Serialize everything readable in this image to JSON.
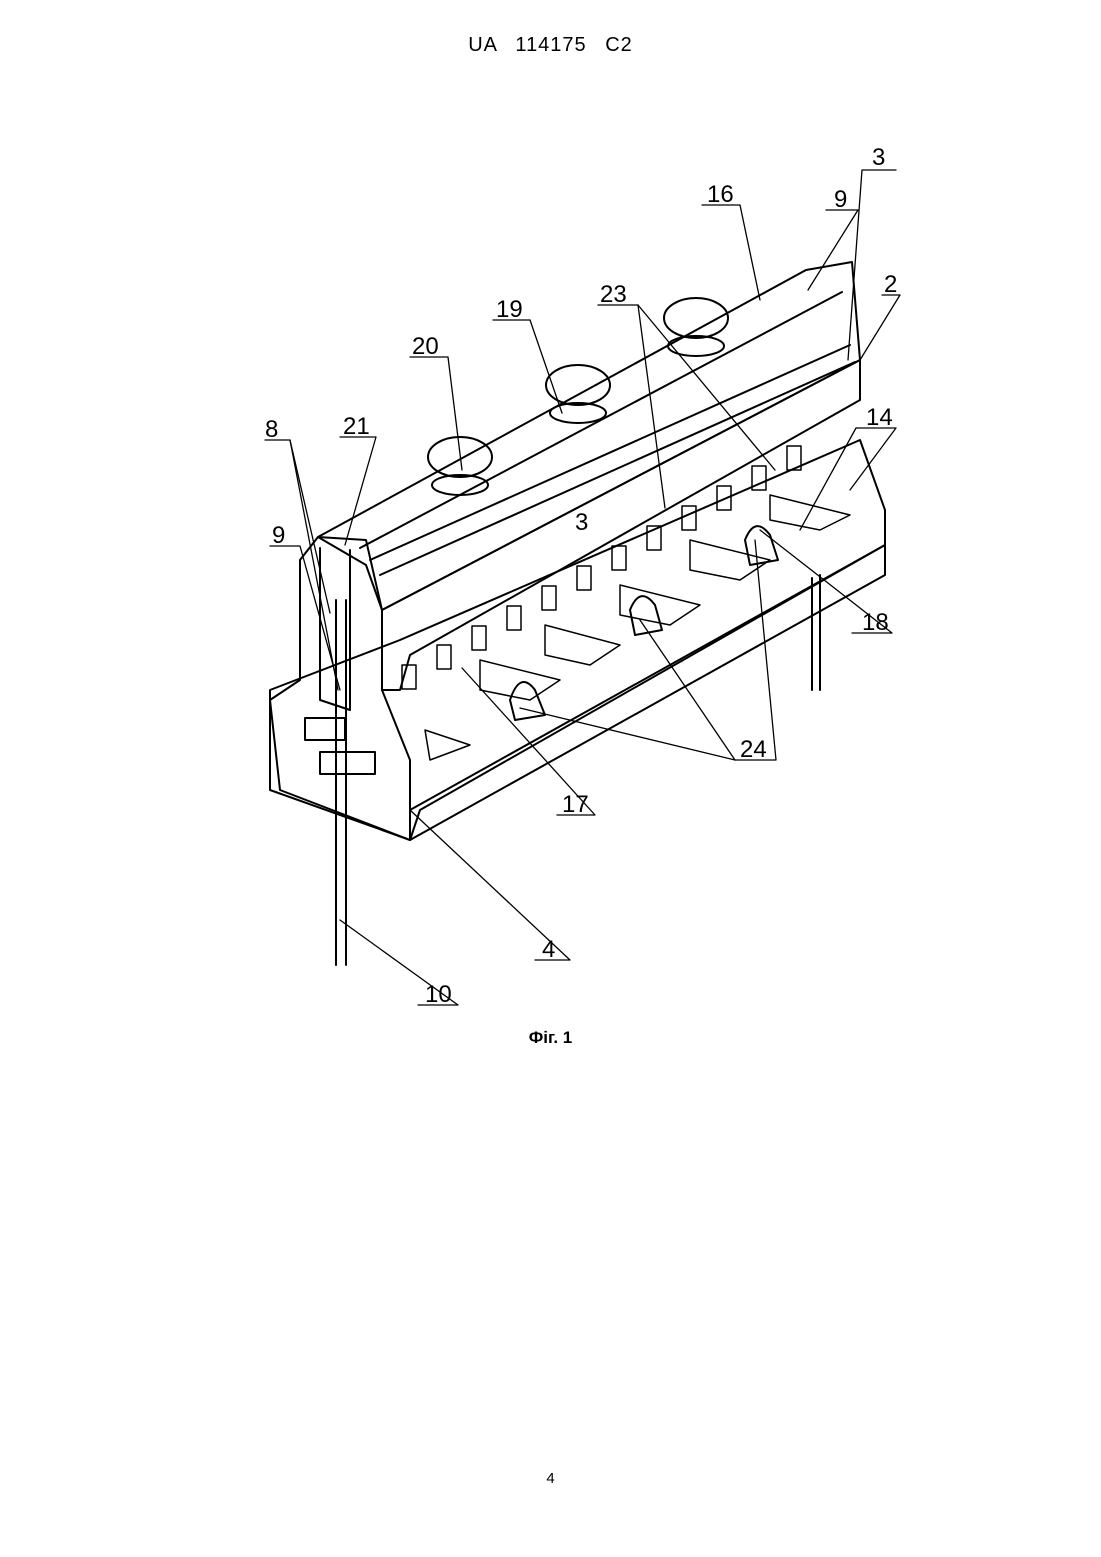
{
  "header": {
    "patent_number": "UA   114175   C2"
  },
  "figure": {
    "caption": "Фіг. 1",
    "labels": [
      "3",
      "16",
      "9",
      "2",
      "23",
      "19",
      "20",
      "14",
      "21",
      "8",
      "9",
      "3",
      "18",
      "24",
      "17",
      "4",
      "10"
    ]
  },
  "footer": {
    "page_number": "4"
  }
}
